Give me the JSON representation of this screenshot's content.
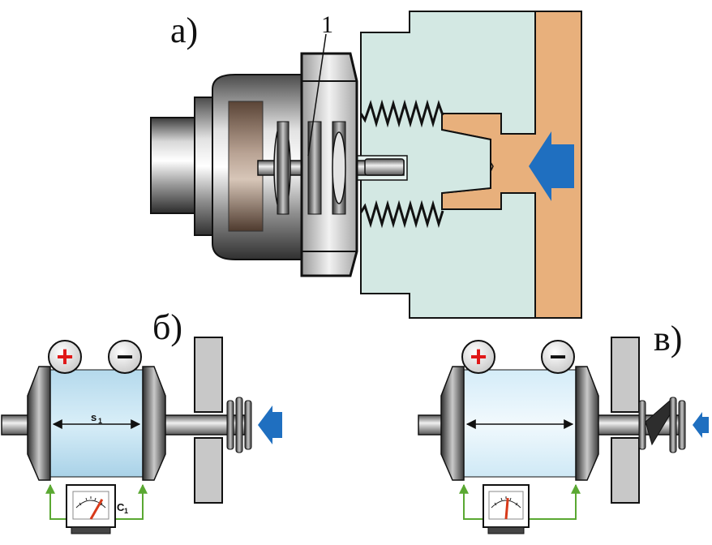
{
  "labels": {
    "panel_a": "а)",
    "panel_b": "б)",
    "panel_v": "в)",
    "callout_1": "1",
    "plus": "+",
    "minus": "−",
    "distance_b": "s",
    "distance_b_sub": "1",
    "capacitance_b": "C",
    "capacitance_b_sub": "1"
  },
  "colors": {
    "housing": "#d3e8e3",
    "fluid": "#e8b07c",
    "arrow": "#1f6fc0",
    "wire": "#5aa832",
    "plus_sign": "#e01818",
    "wall": "#c8c8c8",
    "dielectric_b": "#c8e4f2",
    "dielectric_v": "#e4f3fb",
    "needle": "#d83a1a"
  },
  "meter": {
    "panel_b_needle_level": 0.8,
    "panel_v_needle_level": 0.55
  }
}
